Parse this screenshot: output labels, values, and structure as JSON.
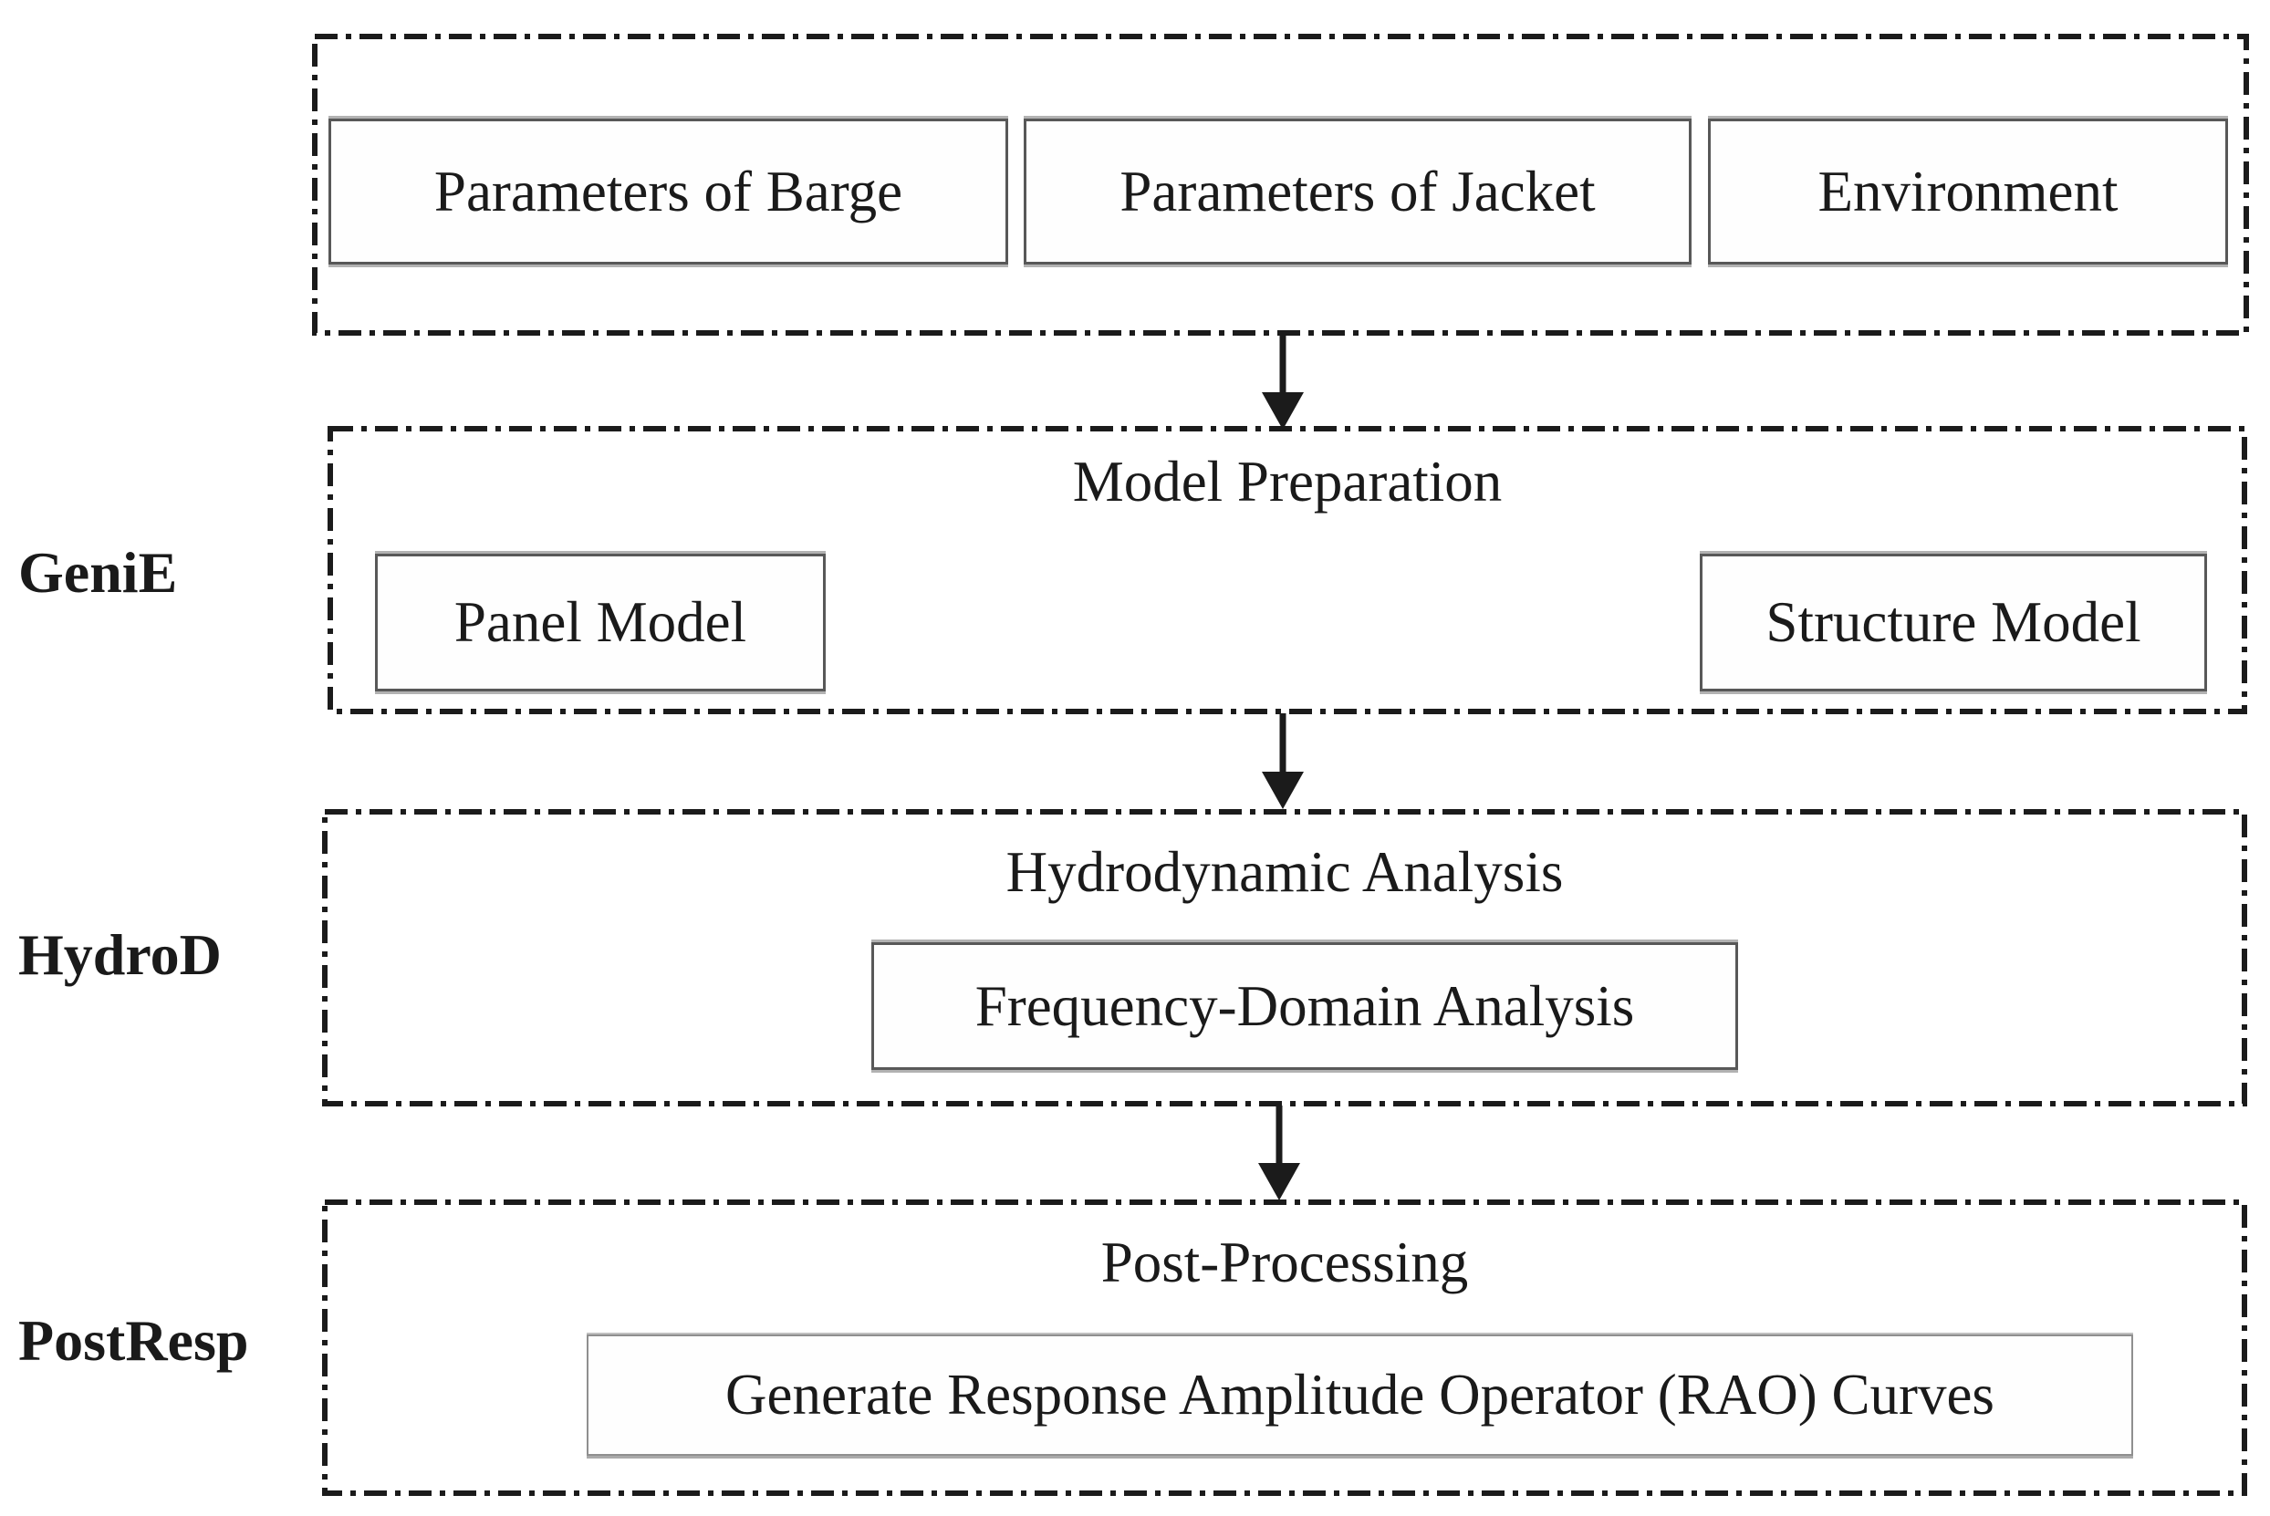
{
  "figure": {
    "type": "flowchart",
    "background": "#ffffff",
    "ink_color": "#1b1b1b",
    "box_border_color": "#585858",
    "box_halo_color": "#b2b2b2",
    "input_section": {
      "boxes": [
        {
          "label": "Parameters of Barge"
        },
        {
          "label": "Parameters of Jacket"
        },
        {
          "label": "Environment"
        }
      ]
    },
    "stages": [
      {
        "tool": "GeniE",
        "title": "Model Preparation",
        "boxes": [
          {
            "label": "Panel Model"
          },
          {
            "label": "Structure Model"
          }
        ]
      },
      {
        "tool": "HydroD",
        "title": "Hydrodynamic Analysis",
        "boxes": [
          {
            "label": "Frequency-Domain Analysis"
          }
        ]
      },
      {
        "tool": "PostResp",
        "title": "Post-Processing",
        "boxes": [
          {
            "label": "Generate Response Amplitude Operator (RAO) Curves"
          }
        ]
      }
    ]
  }
}
